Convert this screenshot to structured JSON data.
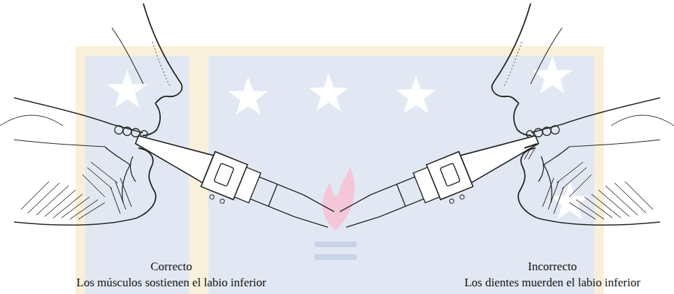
{
  "diagram": {
    "labels": [
      "Correcto",
      "Los músculos sostienen el labio inferior",
      "Incorrecto",
      "Los dientes muerden el labio inferior"
    ]
  }
}
